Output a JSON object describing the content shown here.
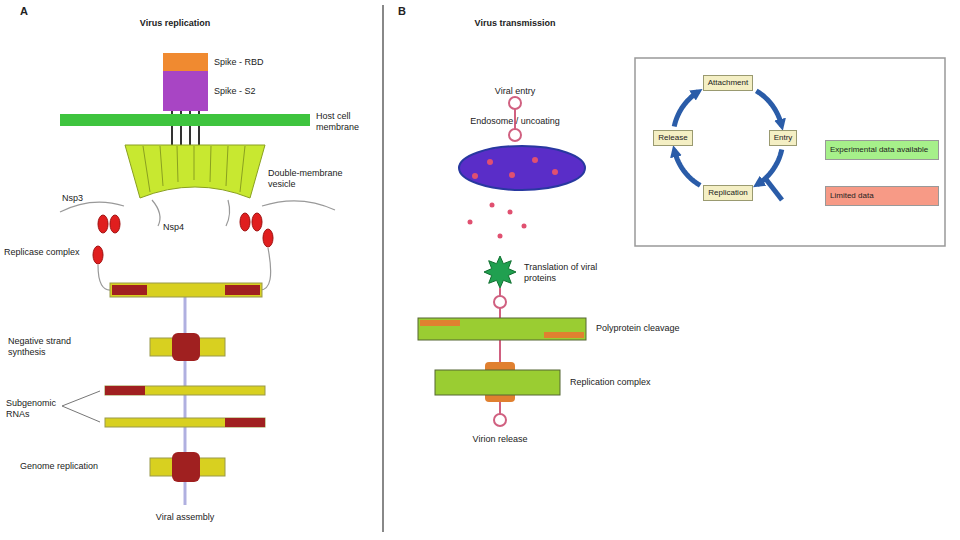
{
  "diagram": {
    "nodes": [
      {
        "text": [
          "Attachment"
        ]
      },
      {
        "text": [
          "Release"
        ]
      },
      {
        "text": [
          "Entry"
        ]
      },
      {
        "text": [
          "Replication"
        ]
      }
    ],
    "edges": [
      {
        "from": 0,
        "to": 2,
        "arrow": "to"
      },
      {
        "from": 2,
        "to": 3,
        "arrow": "to"
      },
      {
        "from": 3,
        "to": 1,
        "arrow": "to"
      },
      {
        "from": 1,
        "to": 0,
        "arrow": "to"
      }
    ],
    "labels": [
      "A",
      "Virus replication",
      "Spike - RBD",
      "Spike - S2",
      "Host cell membrane",
      "Double-membrane vesicle",
      "Nsp3",
      "Nsp4",
      "Replicase complex",
      "Negative strand synthesis",
      "Subgenomic RNAs",
      "Genome replication",
      "Viral assembly",
      "B",
      "Virus transmission",
      "Viral entry",
      "Endosome / uncoating",
      "Translation of viral proteins",
      "Polyprotein cleavage",
      "Replication complex",
      "Virion release"
    ],
    "legend": [
      {
        "text": "Experimental data available",
        "color": "#a6f08a"
      },
      {
        "text": "Limited data",
        "color": "#f79a86"
      }
    ]
  }
}
